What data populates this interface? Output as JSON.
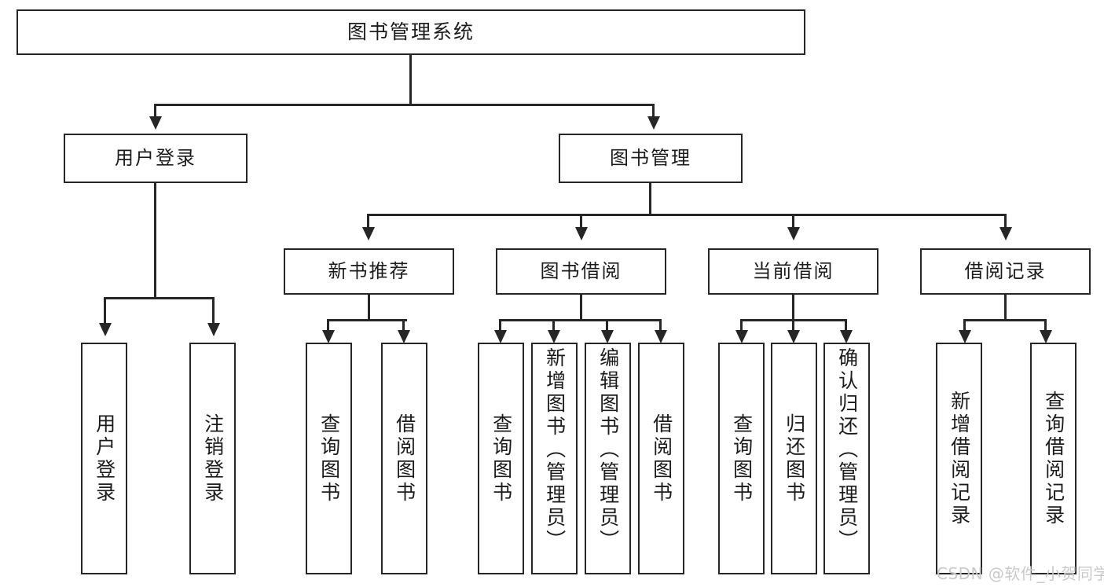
{
  "diagram": {
    "title": "图书管理系统",
    "watermark": "CSDN @软件_小贺同学",
    "colors": {
      "box_border": "#262626",
      "line": "#262626",
      "text": "#1b1b1b",
      "background": "#ffffff",
      "watermark": "#c9c9c9"
    }
  },
  "root": {
    "label": "图书管理系统"
  },
  "level2": [
    {
      "label": "用户登录"
    },
    {
      "label": "图书管理"
    }
  ],
  "level3": [
    {
      "label": "新书推荐"
    },
    {
      "label": "图书借阅"
    },
    {
      "label": "当前借阅"
    },
    {
      "label": "借阅记录"
    }
  ],
  "leaves": {
    "user_login": [
      {
        "label": "用户登录"
      },
      {
        "label": "注销登录"
      }
    ],
    "new_book_recommend": [
      {
        "label": "查询图书"
      },
      {
        "label": "借阅图书"
      }
    ],
    "book_borrow": [
      {
        "label": "查询图书"
      },
      {
        "label": "新增图书（管理员）"
      },
      {
        "label": "编辑图书（管理员）"
      },
      {
        "label": "借阅图书"
      }
    ],
    "current_borrow": [
      {
        "label": "查询图书"
      },
      {
        "label": "归还图书"
      },
      {
        "label": "确认归还（管理员）"
      }
    ],
    "borrow_records": [
      {
        "label": "新增借阅记录"
      },
      {
        "label": "查询借阅记录"
      }
    ]
  },
  "chart_data": {
    "type": "table",
    "title": "图书管理系统 功能结构图",
    "nodes": [
      {
        "id": "root",
        "label": "图书管理系统",
        "level": 0,
        "parent": null
      },
      {
        "id": "n-user-login",
        "label": "用户登录",
        "level": 1,
        "parent": "root"
      },
      {
        "id": "n-book-manage",
        "label": "图书管理",
        "level": 1,
        "parent": "root"
      },
      {
        "id": "n-login-1",
        "label": "用户登录",
        "level": 2,
        "parent": "n-user-login"
      },
      {
        "id": "n-login-2",
        "label": "注销登录",
        "level": 2,
        "parent": "n-user-login"
      },
      {
        "id": "n-new-book",
        "label": "新书推荐",
        "level": 2,
        "parent": "n-book-manage"
      },
      {
        "id": "n-borrow",
        "label": "图书借阅",
        "level": 2,
        "parent": "n-book-manage"
      },
      {
        "id": "n-current",
        "label": "当前借阅",
        "level": 2,
        "parent": "n-book-manage"
      },
      {
        "id": "n-records",
        "label": "借阅记录",
        "level": 2,
        "parent": "n-book-manage"
      },
      {
        "id": "n-new-1",
        "label": "查询图书",
        "level": 3,
        "parent": "n-new-book"
      },
      {
        "id": "n-new-2",
        "label": "借阅图书",
        "level": 3,
        "parent": "n-new-book"
      },
      {
        "id": "n-bor-1",
        "label": "查询图书",
        "level": 3,
        "parent": "n-borrow"
      },
      {
        "id": "n-bor-2",
        "label": "新增图书（管理员）",
        "level": 3,
        "parent": "n-borrow"
      },
      {
        "id": "n-bor-3",
        "label": "编辑图书（管理员）",
        "level": 3,
        "parent": "n-borrow"
      },
      {
        "id": "n-bor-4",
        "label": "借阅图书",
        "level": 3,
        "parent": "n-borrow"
      },
      {
        "id": "n-cur-1",
        "label": "查询图书",
        "level": 3,
        "parent": "n-current"
      },
      {
        "id": "n-cur-2",
        "label": "归还图书",
        "level": 3,
        "parent": "n-current"
      },
      {
        "id": "n-cur-3",
        "label": "确认归还（管理员）",
        "level": 3,
        "parent": "n-current"
      },
      {
        "id": "n-rec-1",
        "label": "新增借阅记录",
        "level": 3,
        "parent": "n-records"
      },
      {
        "id": "n-rec-2",
        "label": "查询借阅记录",
        "level": 3,
        "parent": "n-records"
      }
    ]
  }
}
